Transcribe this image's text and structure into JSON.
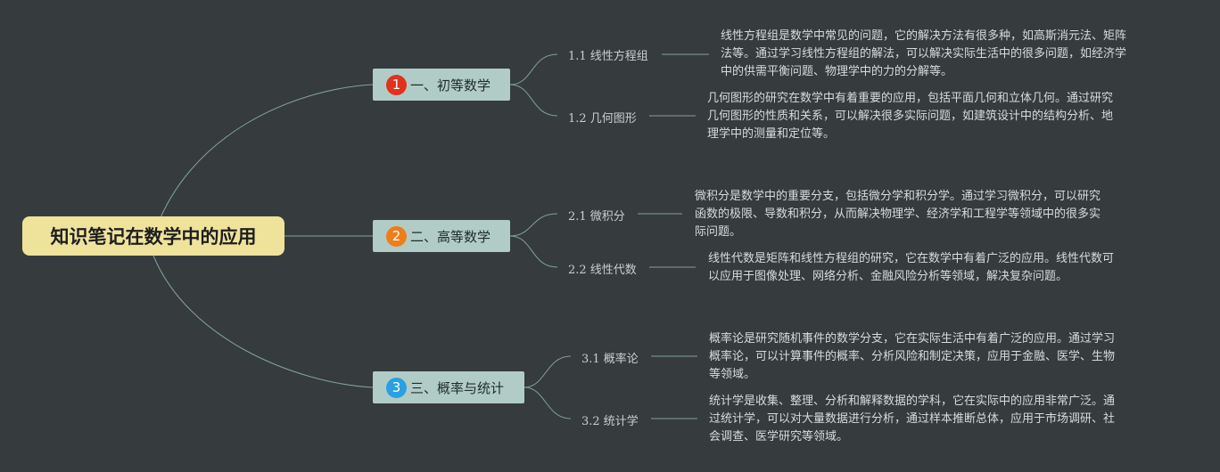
{
  "colors": {
    "background": "#363b3d",
    "connector": "#7fa39b",
    "root_fill": "#efe39c",
    "branch_fill": "#b1ccc7",
    "badge_1": "#e0321c",
    "badge_2": "#ef7d1a",
    "badge_3": "#2aa0e0"
  },
  "root": {
    "label": "知识笔记在数学中的应用"
  },
  "branches": [
    {
      "number": "1",
      "label": "一、初等数学",
      "children": [
        {
          "label": "1.1 线性方程组",
          "lines": [
            "线性方程组是数学中常见的问题，它的解决方法有很多种，如高斯消元法、矩阵",
            "法等。通过学习线性方程组的解法，可以解决实际生活中的很多问题，如经济学",
            "中的供需平衡问题、物理学中的力的分解等。"
          ]
        },
        {
          "label": "1.2 几何图形",
          "lines": [
            "几何图形的研究在数学中有着重要的应用，包括平面几何和立体几何。通过研究",
            "几何图形的性质和关系，可以解决很多实际问题，如建筑设计中的结构分析、地",
            "理学中的测量和定位等。"
          ]
        }
      ]
    },
    {
      "number": "2",
      "label": "二、高等数学",
      "children": [
        {
          "label": "2.1 微积分",
          "lines": [
            "微积分是数学中的重要分支，包括微分学和积分学。通过学习微积分，可以研究",
            "函数的极限、导数和积分，从而解决物理学、经济学和工程学等领域中的很多实",
            "际问题。"
          ]
        },
        {
          "label": "2.2 线性代数",
          "lines": [
            "线性代数是矩阵和线性方程组的研究，它在数学中有着广泛的应用。线性代数可",
            "以应用于图像处理、网络分析、金融风险分析等领域，解决复杂问题。"
          ]
        }
      ]
    },
    {
      "number": "3",
      "label": "三、概率与统计",
      "children": [
        {
          "label": "3.1 概率论",
          "lines": [
            "概率论是研究随机事件的数学分支，它在实际生活中有着广泛的应用。通过学习",
            "概率论，可以计算事件的概率、分析风险和制定决策，应用于金融、医学、生物",
            "等领域。"
          ]
        },
        {
          "label": "3.2 统计学",
          "lines": [
            "统计学是收集、整理、分析和解释数据的学科，它在实际中的应用非常广泛。通",
            "过统计学，可以对大量数据进行分析，通过样本推断总体，应用于市场调研、社",
            "会调查、医学研究等领域。"
          ]
        }
      ]
    }
  ]
}
